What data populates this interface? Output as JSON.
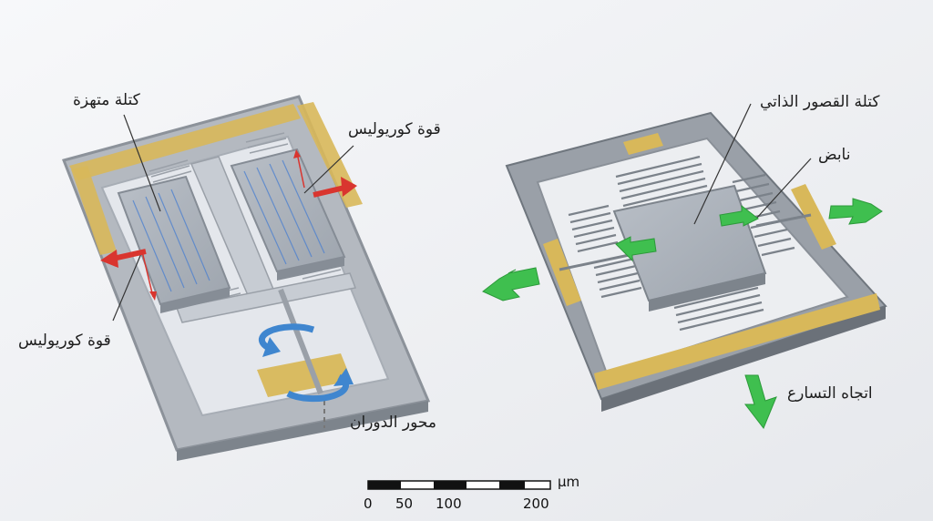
{
  "labels": {
    "proof_mass": "كتلة متهزة",
    "coriolis_top": "قوة كوريوليس",
    "coriolis_bottom": "قوة كوريوليس",
    "rotation_axis": "محور الدوران",
    "inertial_mass": "كتلة القصور الذاتي",
    "spring": "نابض",
    "acceleration_direction": "اتجاه التسارع"
  },
  "scale_bar": {
    "unit": "µm",
    "ticks": [
      "0",
      "50",
      "100",
      "200"
    ]
  },
  "colors": {
    "gold": "#d8b85a",
    "frame": "#9aa0a8",
    "force_arrow": "#d9352f",
    "rotation_arrow": "#3f86cf",
    "accel_arrow": "#3fbf4f"
  }
}
